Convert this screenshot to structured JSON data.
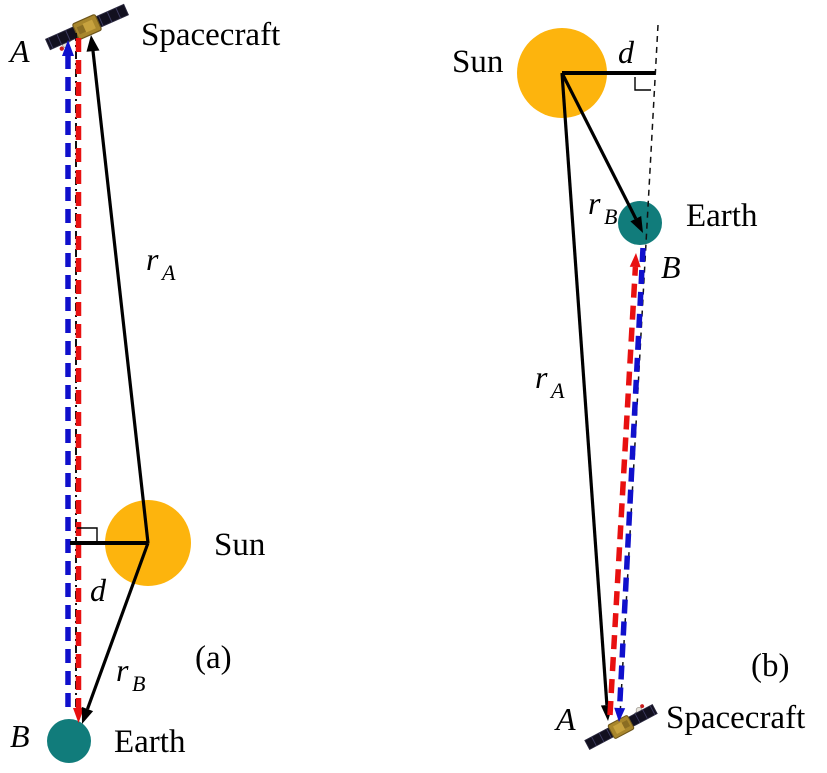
{
  "figure": {
    "colors": {
      "sun": "#FDB40D",
      "earth": "#117C7B",
      "signal_red": "#E81010",
      "signal_blue": "#1010CC",
      "line_black": "#000000"
    },
    "panel_a": {
      "caption": "(a)",
      "labels": {
        "point_a": "A",
        "point_b": "B",
        "spacecraft": "Spacecraft",
        "sun": "Sun",
        "earth": "Earth",
        "distance": "d",
        "range_a_base": "r",
        "range_a_sub": "A",
        "range_b_base": "r",
        "range_b_sub": "B"
      }
    },
    "panel_b": {
      "caption": "(b)",
      "labels": {
        "point_a": "A",
        "point_b": "B",
        "spacecraft": "Spacecraft",
        "sun": "Sun",
        "earth": "Earth",
        "distance": "d",
        "range_a_base": "r",
        "range_a_sub": "A",
        "range_b_base": "r",
        "range_b_sub": "B"
      }
    }
  }
}
